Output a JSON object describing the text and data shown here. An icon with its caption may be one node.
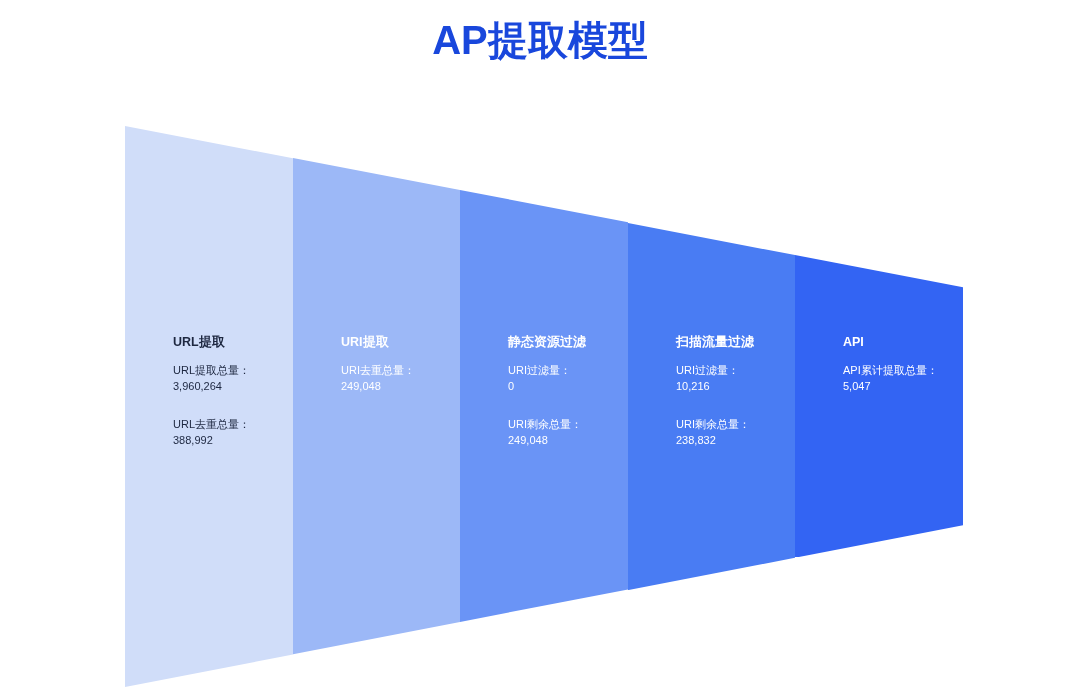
{
  "diagram": {
    "title": "AP提取模型",
    "nodes": [
      {
        "text": [
          "URL提取",
          "URL提取总量：",
          "3,960,264",
          "URL去重总量：",
          "388,992"
        ]
      },
      {
        "text": [
          "URI提取",
          "URI去重总量：",
          "249,048"
        ]
      },
      {
        "text": [
          "静态资源过滤",
          "URI过滤量：",
          "0",
          "URI剩余总量：",
          "249,048"
        ]
      },
      {
        "text": [
          "扫描流量过滤",
          "URI过滤量：",
          "10,216",
          "URI剩余总量：",
          "238,832"
        ]
      },
      {
        "text": [
          "API",
          "API累计提取总量：",
          "5,047"
        ]
      }
    ]
  }
}
